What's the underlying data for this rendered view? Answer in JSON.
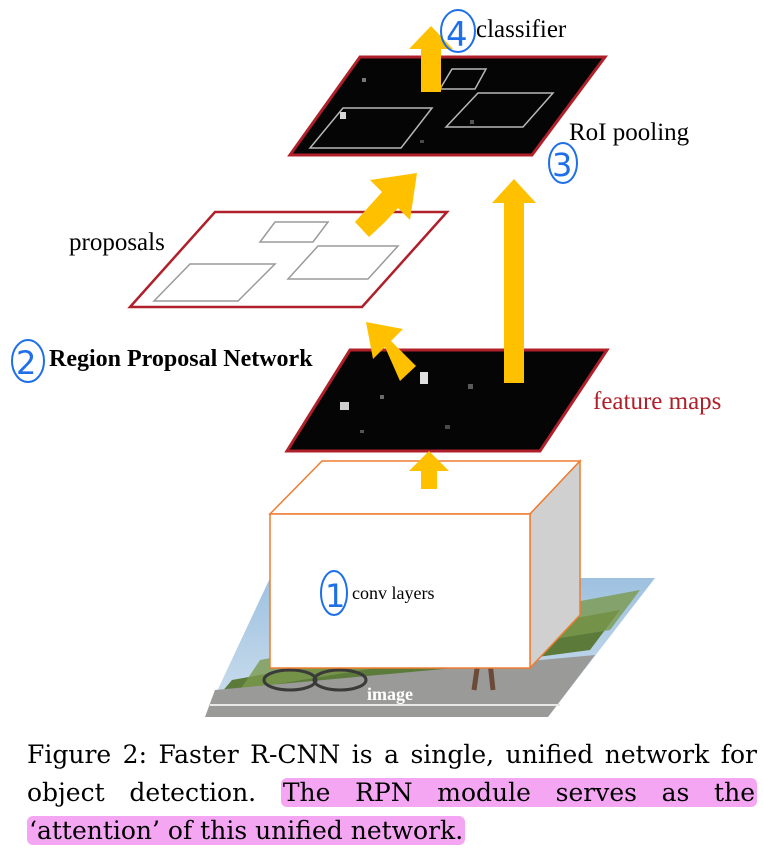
{
  "labels": {
    "classifier": "classifier",
    "roi_pooling": "RoI pooling",
    "proposals": "proposals",
    "rpn": "Region Proposal Network",
    "feature_maps": "feature maps",
    "conv_layers": "conv layers",
    "image": "image"
  },
  "annotations": {
    "step_conv": "1",
    "step_rpn": "2",
    "step_roi": "3",
    "step_classifier": "4"
  },
  "caption": {
    "lead": "Figure 2: Faster R-CNN is a single, unified network for object detection. ",
    "highlighted": "The RPN module serves as the ‘attention’ of this unified network."
  },
  "colors": {
    "arrow": "#ffc000",
    "plane_border": "#b0202a",
    "feature_maps_text": "#b0202a",
    "conv_box_border": "#ed7d31",
    "handwriting": "#1e6fe8",
    "highlight": "#f4a6f3"
  }
}
